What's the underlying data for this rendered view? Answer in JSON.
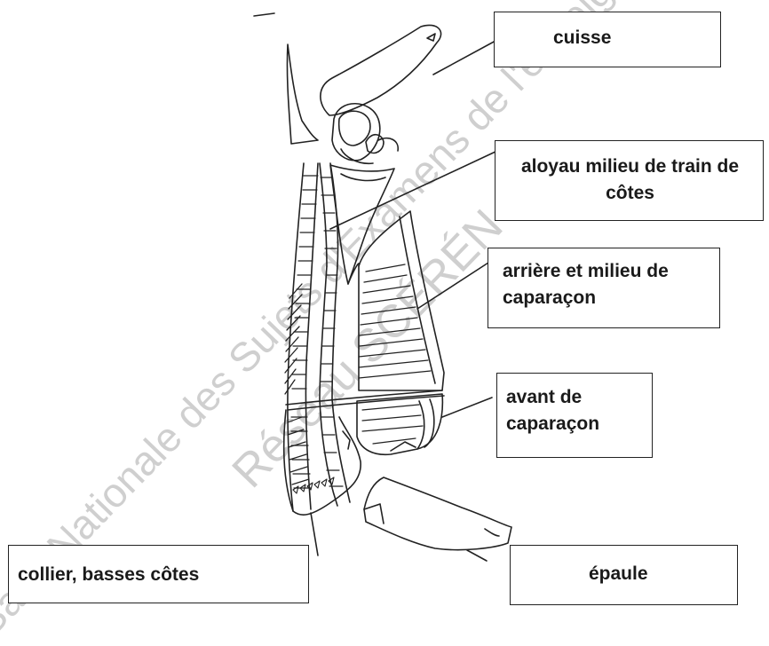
{
  "labels": {
    "cuisse": "cuisse",
    "aloyau": "aloyau milieu de train de côtes",
    "arriere": "arrière et milieu de caparaçon",
    "avant": "avant de caparaçon",
    "collier": "collier, basses côtes",
    "epaule": "épaule"
  },
  "watermark": {
    "line1": "Base Nationale des Sujets d'Examens de l'enseignement",
    "line2": "Réseau SCÉRÉN"
  },
  "colors": {
    "line": "#222222",
    "watermark": "#cfcfcf"
  }
}
